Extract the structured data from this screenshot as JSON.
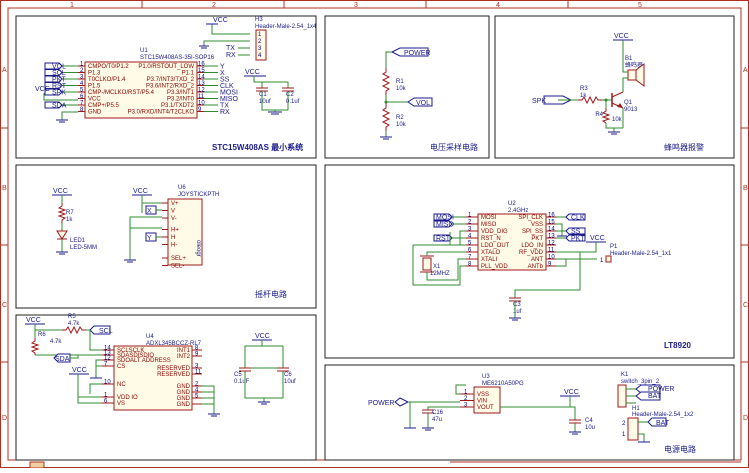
{
  "border": {
    "cols": [
      "1",
      "2",
      "3",
      "4",
      "5"
    ],
    "rows": [
      "A",
      "B",
      "C",
      "D"
    ]
  },
  "sections": {
    "mcu": "STC15W408AS 最小系统",
    "voltage": "电压采样电路",
    "buzzer": "蜂鸣器报警",
    "joystick": "摇杆电路",
    "rf": "LT8920",
    "power": "电源电路"
  },
  "mcu": {
    "h3_ref": "H3",
    "h3_value": "Header-Male-2.54_1x4",
    "h3_pins": [
      "1",
      "2",
      "3",
      "4"
    ],
    "vcc": "VCC",
    "tx": "TX",
    "rx": "RX",
    "u1_ref": "U1",
    "u1_value": "STC15W408AS-35I-SOP16",
    "left_pins": [
      {
        "label": "CMPO/T0/P1.2",
        "net": "VOL"
      },
      {
        "label": "P1.3",
        "net": "SCL"
      },
      {
        "label": "T0CLKO/P1.4",
        "net": "PKT"
      },
      {
        "label": "P1.5",
        "net": "RST"
      },
      {
        "label": "CMP-/MCLKO/RST/P5.4",
        "net": "SPK"
      },
      {
        "label": "VCC",
        "net": ""
      },
      {
        "label": "CMP+/P5.5",
        "net": "SDA"
      },
      {
        "label": "GND",
        "net": ""
      }
    ],
    "right_pins": [
      {
        "label": "P1.0/RSTOUT_LOW",
        "net": "Y"
      },
      {
        "label": "P1.1",
        "net": "X"
      },
      {
        "label": "P3.7/INT3/TXD_2",
        "net": "SS"
      },
      {
        "label": "P3.6/INT2/RXD_2",
        "net": "CLK"
      },
      {
        "label": "P3.3/INT1",
        "net": "MOSI"
      },
      {
        "label": "P3.2/INT0",
        "net": "MISO"
      },
      {
        "label": "P3.1/TXDT2",
        "net": "TX"
      },
      {
        "label": "P3.0/RXD/INT4/T2CLKO",
        "net": "RX"
      }
    ],
    "pin_nums_left": [
      "1",
      "2",
      "3",
      "4",
      "5",
      "6",
      "7",
      "8"
    ],
    "pin_nums_right": [
      "16",
      "15",
      "14",
      "13",
      "12",
      "11",
      "10",
      "9"
    ],
    "c1_ref": "C1",
    "c1_value": "10uf",
    "c2_ref": "C2",
    "c2_value": "0.1uf"
  },
  "voltage": {
    "power": "POWER",
    "vol": "VOL",
    "r1_ref": "R1",
    "r1_value": "10k",
    "r2_ref": "R2",
    "r2_value": "10k"
  },
  "buzzer": {
    "vcc": "VCC",
    "spk": "SPK",
    "b1_ref": "B1",
    "b1_value": "蜂鸣器",
    "r3_ref": "R3",
    "r3_value": "1k",
    "r4_ref": "R4",
    "r4_value": "10k",
    "q1_ref": "Q1",
    "q1_value": "9013"
  },
  "joystick": {
    "vcc1": "VCC",
    "vcc2": "VCC",
    "r7_ref": "R7",
    "r7_value": "1k",
    "led_ref": "LED1",
    "led_value": "LED-5MM",
    "u6_ref": "U6",
    "u6_value": "JOYSTICKPTH",
    "x": "X",
    "y": "Y",
    "pins": [
      "V+",
      "V",
      "V-",
      "H+",
      "H",
      "H-",
      "SEL+",
      "SEL-"
    ],
    "side": "oleogr"
  },
  "rf": {
    "u2_ref": "U2",
    "u2_value": "2.4GHz",
    "left_nets": [
      "MOSI",
      "MISO",
      "",
      "RST",
      "",
      "",
      "",
      ""
    ],
    "left_pins": [
      "MOSI",
      "MISO",
      "VDD_DIG",
      "RST_N",
      "LDO_OUT",
      "XTALO",
      "XTALI",
      "PLL_VDD"
    ],
    "left_nums": [
      "1",
      "2",
      "3",
      "4",
      "5",
      "6",
      "7",
      "8"
    ],
    "right_pins": [
      "SPI_CLK",
      "VSS",
      "SPI_SS",
      "PKT",
      "LDO_IN",
      "RF_VDD",
      "ANT",
      "ANTb"
    ],
    "right_nums": [
      "16",
      "15",
      "14",
      "13",
      "12",
      "11",
      "10",
      "9"
    ],
    "right_nets": [
      "CLK",
      "",
      "SS",
      "PKT",
      "",
      "",
      "",
      ""
    ],
    "x1_ref": "X1",
    "x1_value": "12MHZ",
    "c3_ref": "C3",
    "c3_value": "1uf",
    "p1_ref": "P1",
    "p1_value": "Header-Male-2.54_1x1",
    "p1_pin": "1",
    "vcc": "VCC"
  },
  "power": {
    "power_in": "POWER",
    "u3_ref": "U3",
    "u3_value": "ME6210A50PG",
    "u3_pins": [
      "VSS",
      "VIN",
      "VOUT"
    ],
    "u3_nums": [
      "1",
      "2",
      "3"
    ],
    "vcc": "VCC",
    "c16_ref": "C16",
    "c16_value": "47u",
    "c4_ref": "C4",
    "c4_value": "10u",
    "k1_ref": "K1",
    "k1_value": "switch_3pin_2",
    "k1_nets": [
      "POWER",
      "BAT"
    ],
    "h1_ref": "H1",
    "h1_value": "Header-Male-2.54_1x2",
    "h1_net": "BAT",
    "h1_pins": [
      "2",
      "1"
    ]
  },
  "accel": {
    "vcc": "VCC",
    "vcc2": "VCC",
    "vcc3": "VCC",
    "r5_ref": "R5",
    "r5_value": "4.7k",
    "r6_ref": "R6",
    "r6_value": "4.7k",
    "scl": "SCL",
    "sda": "SDA",
    "u4_ref": "U4",
    "u4_value": "ADXL345BCCZ-RL7",
    "left_pins": [
      "SCLSCLK",
      "SDASDISDIO",
      "SDOALT ADDRESS",
      "CS",
      "NC",
      "VDD IO",
      "VS"
    ],
    "left_nums": [
      "14",
      "13",
      "12",
      "7",
      "10",
      "1",
      "6"
    ],
    "right_pins": [
      "INT1",
      "INT2",
      "RESERVED",
      "RESERVED",
      "GND",
      "GND",
      "GND",
      "GND"
    ],
    "right_nums": [
      "8",
      "9",
      "3",
      "11",
      "2",
      "4",
      "5",
      ""
    ],
    "c5_ref": "C5",
    "c5_value": "0.1uF",
    "c6_ref": "C6",
    "c6_value": "10uf"
  }
}
